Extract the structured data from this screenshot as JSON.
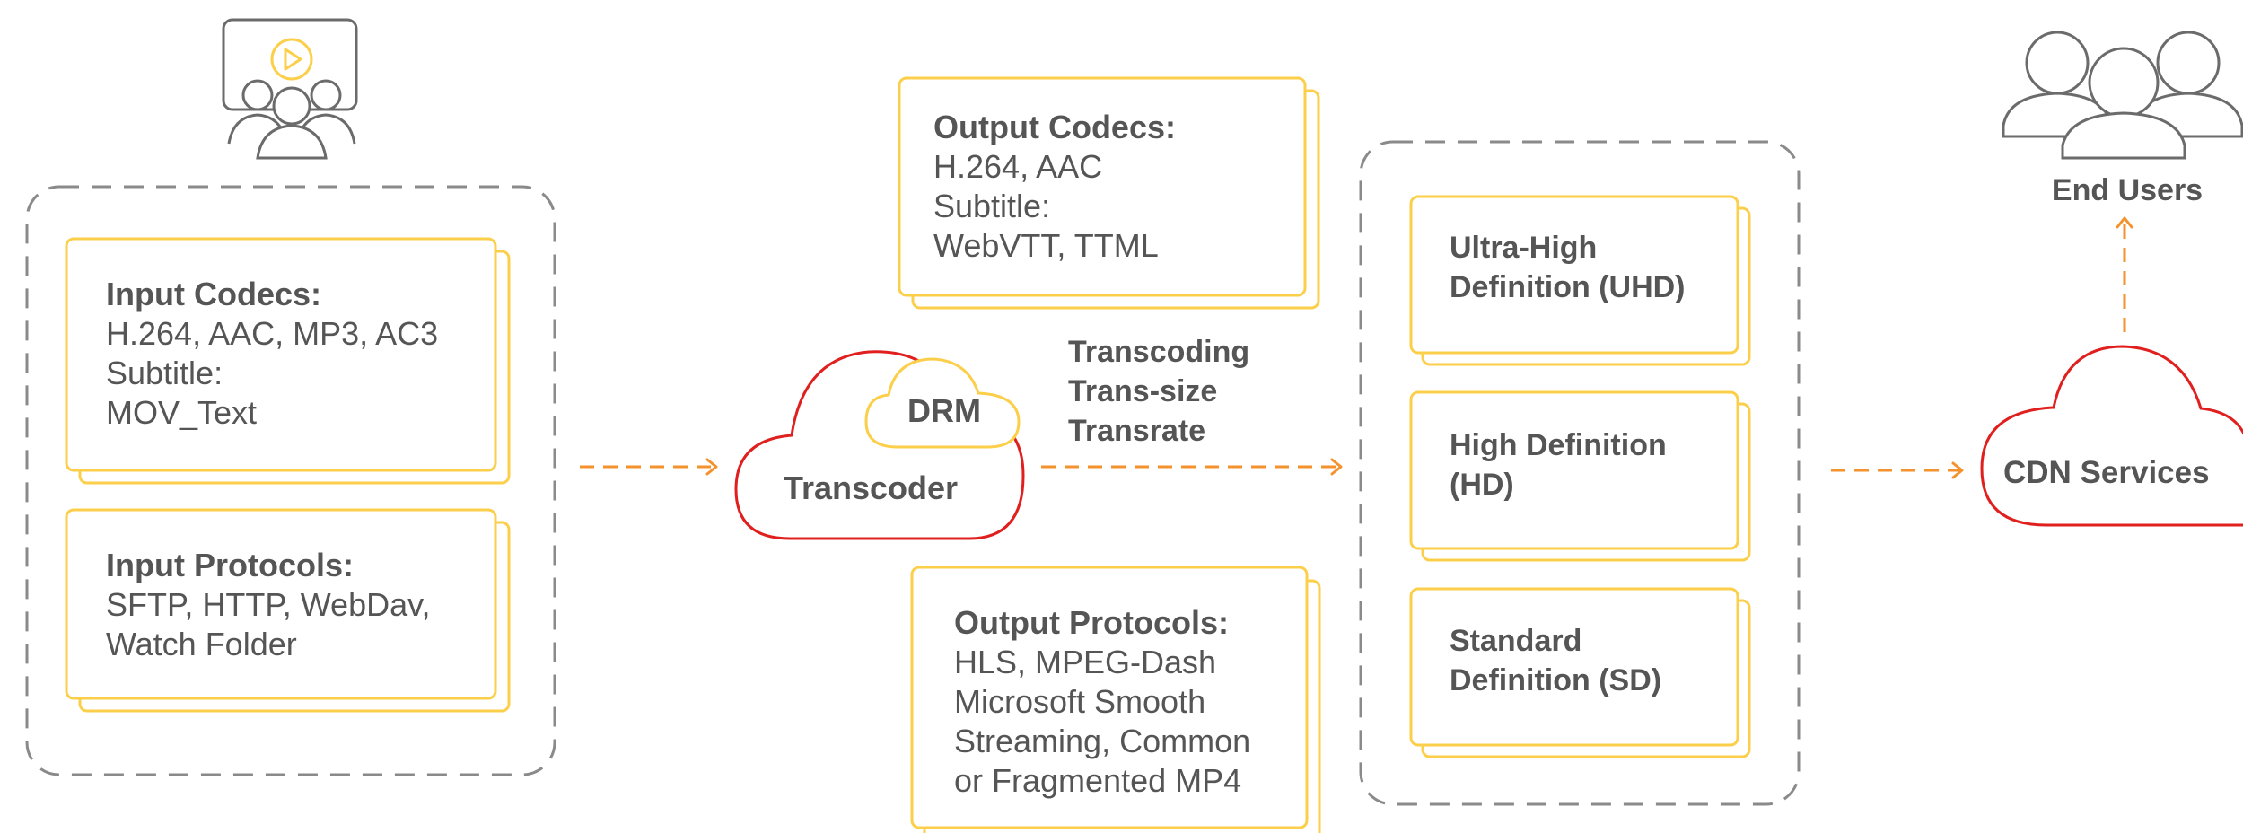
{
  "colors": {
    "card_border": "#fccf4a",
    "cloud_red": "#e0201f",
    "arrow_orange": "#f4922e",
    "dashed_gray": "#8a8a8a",
    "icon_gray": "#6b6b6b",
    "text": "#555555"
  },
  "icons": {
    "source": "video-audience-icon",
    "end_users": "users-group-icon"
  },
  "input": {
    "codecs": {
      "title": "Input Codecs:",
      "lines": [
        "H.264, AAC, MP3, AC3",
        "Subtitle:",
        "MOV_Text"
      ]
    },
    "protocols": {
      "title": "Input Protocols:",
      "lines": [
        "SFTP, HTTP, WebDav,",
        "Watch Folder"
      ]
    }
  },
  "transcoder": {
    "label": "Transcoder",
    "drm_label": "DRM"
  },
  "operations": {
    "lines": [
      "Transcoding",
      "Trans-size",
      "Transrate"
    ]
  },
  "output": {
    "codecs": {
      "title": "Output Codecs:",
      "lines": [
        "H.264, AAC",
        "Subtitle:",
        "WebVTT, TTML"
      ]
    },
    "protocols": {
      "title": "Output Protocols:",
      "lines": [
        "HLS, MPEG-Dash",
        "Microsoft Smooth",
        "Streaming, Common",
        "or Fragmented MP4"
      ]
    }
  },
  "definitions": [
    {
      "lines": [
        "Ultra-High",
        "Definition (UHD)"
      ]
    },
    {
      "lines": [
        "High Definition",
        "(HD)"
      ]
    },
    {
      "lines": [
        "Standard",
        "Definition (SD)"
      ]
    }
  ],
  "cdn": {
    "label": "CDN Services"
  },
  "end_users": {
    "label": "End Users"
  }
}
